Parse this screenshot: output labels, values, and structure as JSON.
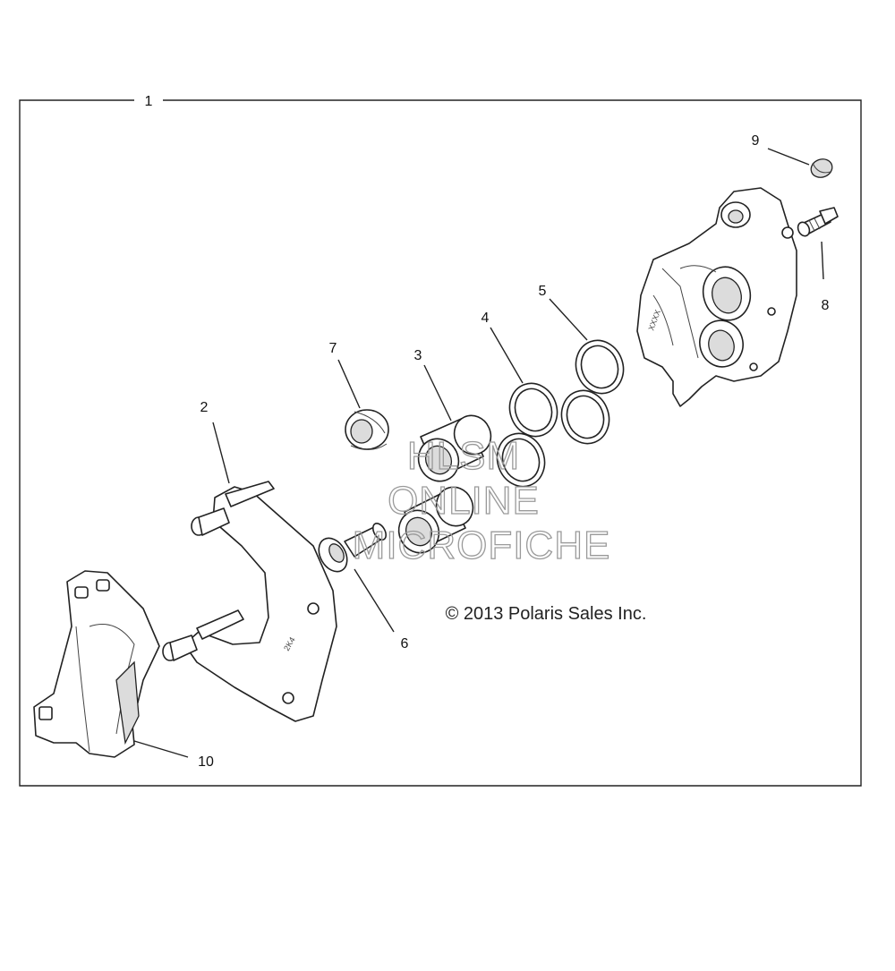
{
  "diagram": {
    "assembly_callout": "1",
    "callouts": {
      "c2": "2",
      "c3": "3",
      "c4": "4",
      "c5": "5",
      "c6": "6",
      "c7": "7",
      "c8": "8",
      "c9": "9",
      "c10": "10"
    },
    "copyright": "© 2013 Polaris Sales Inc.",
    "watermark": {
      "line1": "HLSM",
      "line2": "ONLINE",
      "line3": "MICROFICHE"
    }
  }
}
